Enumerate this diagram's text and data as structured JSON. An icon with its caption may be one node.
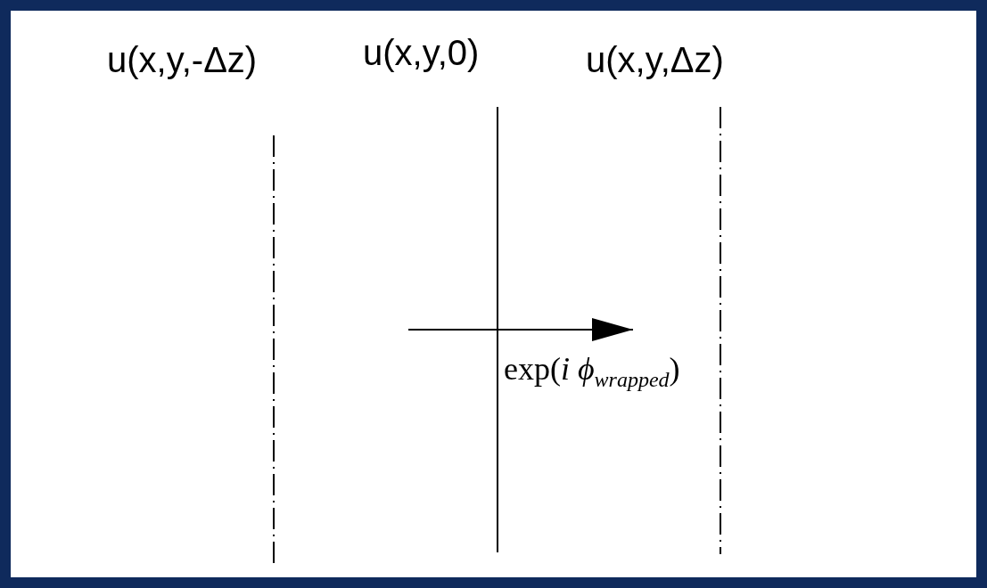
{
  "diagram": {
    "labels": [
      "u(x,y,-Δz)",
      "u(x,y,0)",
      "u(x,y,Δz)",
      "exp(*i ϕ*$_{wrapped}$)"
    ]
  }
}
